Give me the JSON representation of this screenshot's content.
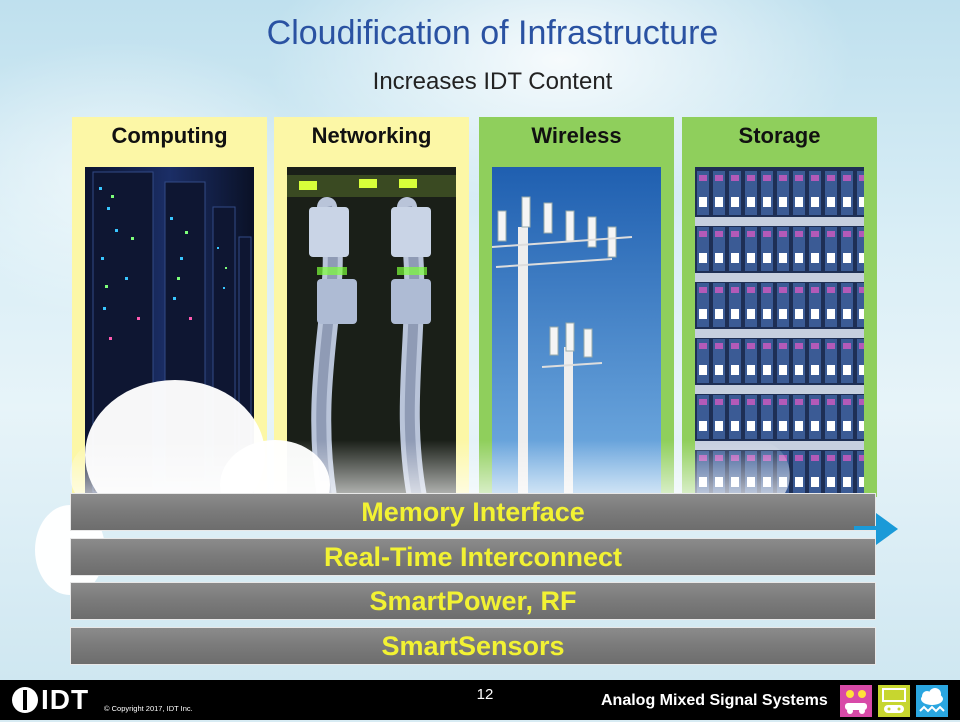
{
  "slide": {
    "title": "Cloudification of Infrastructure",
    "subtitle": "Increases IDT Content"
  },
  "panels": [
    {
      "label": "Computing",
      "color": "#fcf7a6"
    },
    {
      "label": "Networking",
      "color": "#fcf7a6"
    },
    {
      "label": "Wireless",
      "color": "#8fcf5c"
    },
    {
      "label": "Storage",
      "color": "#8fcf5c"
    }
  ],
  "layers": [
    {
      "label": "Memory Interface"
    },
    {
      "label": "Real-Time Interconnect"
    },
    {
      "label": "SmartPower, RF"
    },
    {
      "label": "SmartSensors"
    }
  ],
  "colors": {
    "title": "#2a52a2",
    "layer_text": "#f2f233",
    "arrow": "#1a9ad8"
  },
  "footer": {
    "logo": "IDT",
    "copyright": "© Copyright 2017, IDT Inc.",
    "page_number": "12",
    "brand": "Analog Mixed Signal Systems",
    "icons": [
      "automotive-icon",
      "gaming-icon",
      "cloud-icon"
    ]
  }
}
